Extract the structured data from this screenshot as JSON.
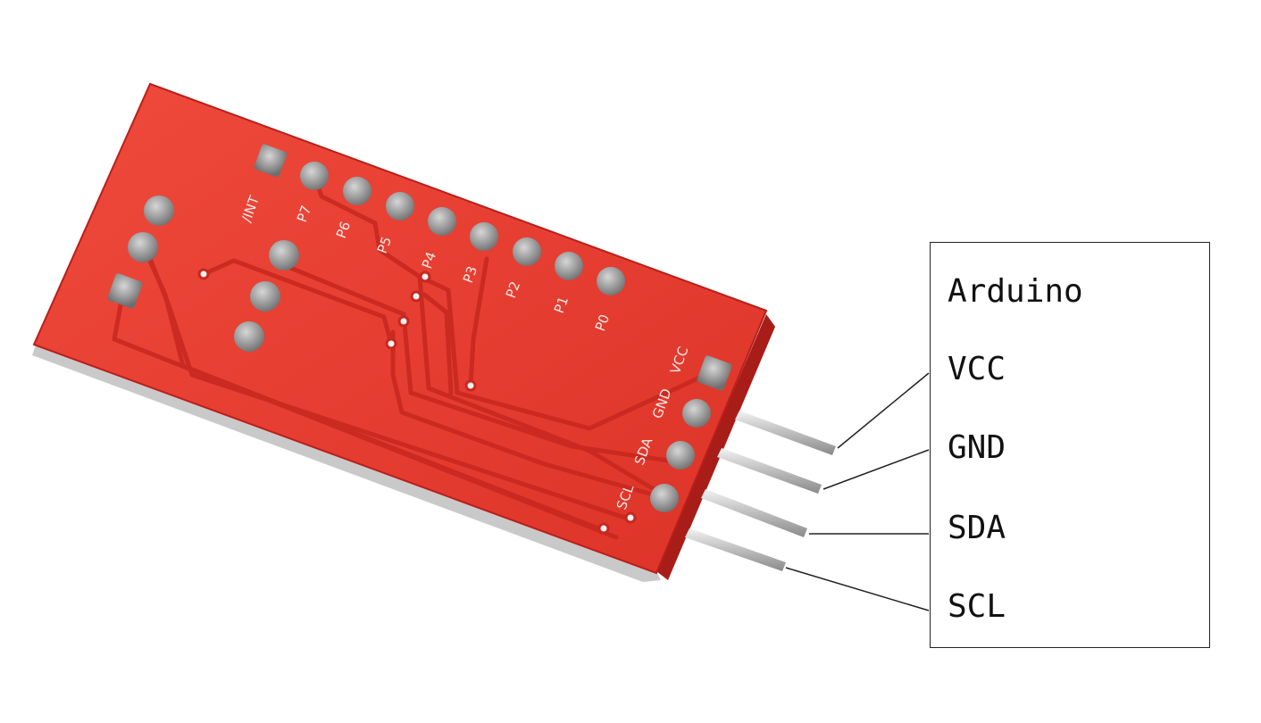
{
  "legend": {
    "title": "Arduino",
    "pins": [
      "VCC",
      "GND",
      "SDA",
      "SCL"
    ]
  },
  "board": {
    "interrupt_label": "/INT",
    "port_labels": [
      "P7",
      "P6",
      "P5",
      "P4",
      "P3",
      "P2",
      "P1",
      "P0"
    ],
    "header_labels": [
      "VCC",
      "GND",
      "SDA",
      "SCL"
    ]
  },
  "colors": {
    "pcb": "#e8392f",
    "pcb_edge": "#b91f1a",
    "trace": "#cc2a22",
    "pad": "#8c8c8c",
    "pin": "#c9c9c9",
    "leader_line": "#222222"
  }
}
